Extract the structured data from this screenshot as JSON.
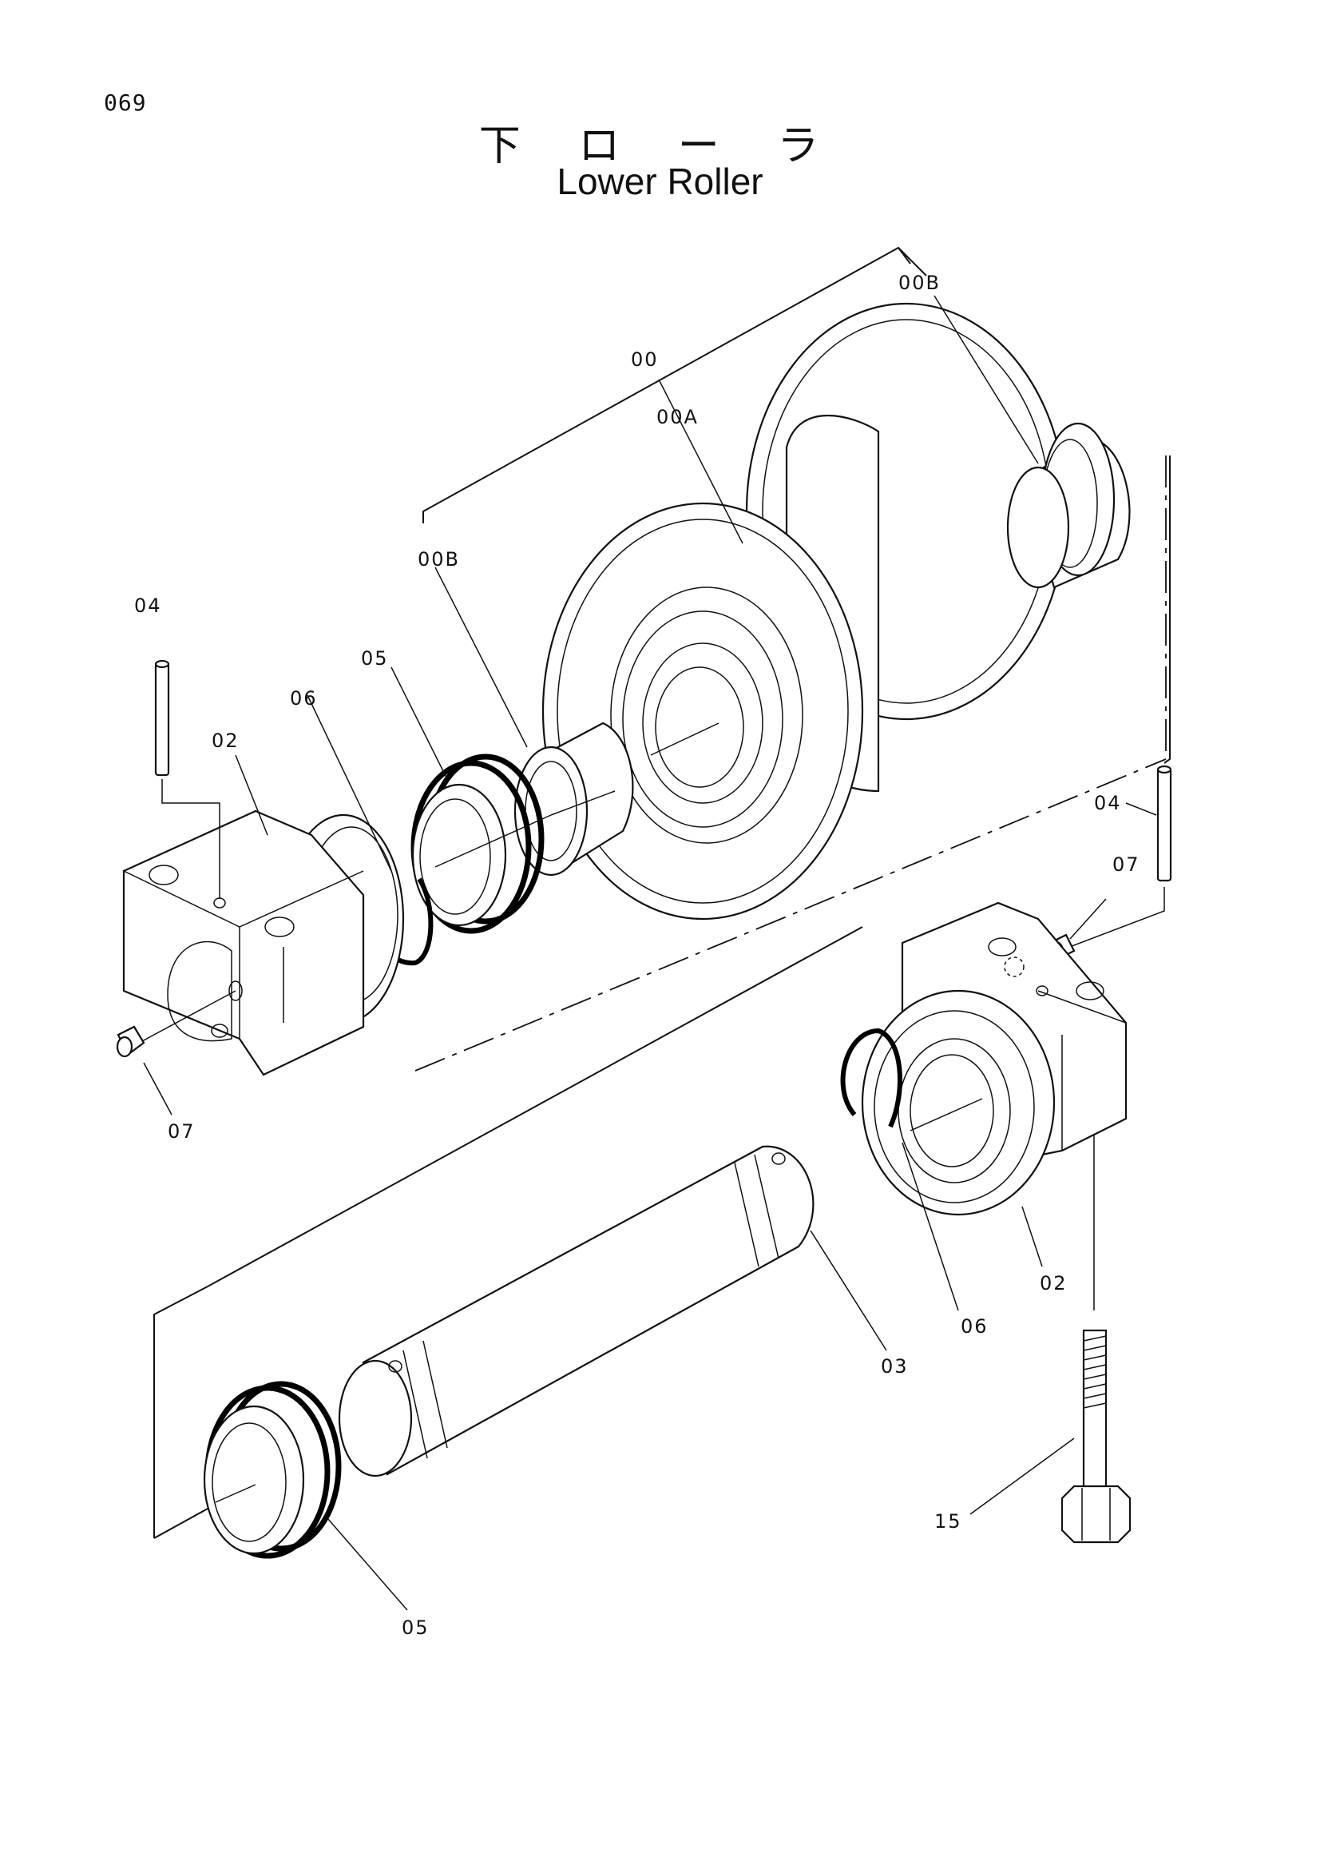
{
  "page": {
    "number": "069",
    "title_jp": "下 ロ ー ラ",
    "title_en": "Lower Roller"
  },
  "callouts": [
    {
      "id": "00B-top",
      "label": "00B"
    },
    {
      "id": "00",
      "label": "00"
    },
    {
      "id": "00A",
      "label": "00A"
    },
    {
      "id": "00B-left",
      "label": "00B"
    },
    {
      "id": "04-left",
      "label": "04"
    },
    {
      "id": "05-top",
      "label": "05"
    },
    {
      "id": "06-left",
      "label": "06"
    },
    {
      "id": "02-left",
      "label": "02"
    },
    {
      "id": "07-left",
      "label": "07"
    },
    {
      "id": "04-right",
      "label": "04"
    },
    {
      "id": "07-right",
      "label": "07"
    },
    {
      "id": "02-right",
      "label": "02"
    },
    {
      "id": "06-right",
      "label": "06"
    },
    {
      "id": "03",
      "label": "03"
    },
    {
      "id": "15",
      "label": "15"
    },
    {
      "id": "05-bottom",
      "label": "05"
    }
  ]
}
